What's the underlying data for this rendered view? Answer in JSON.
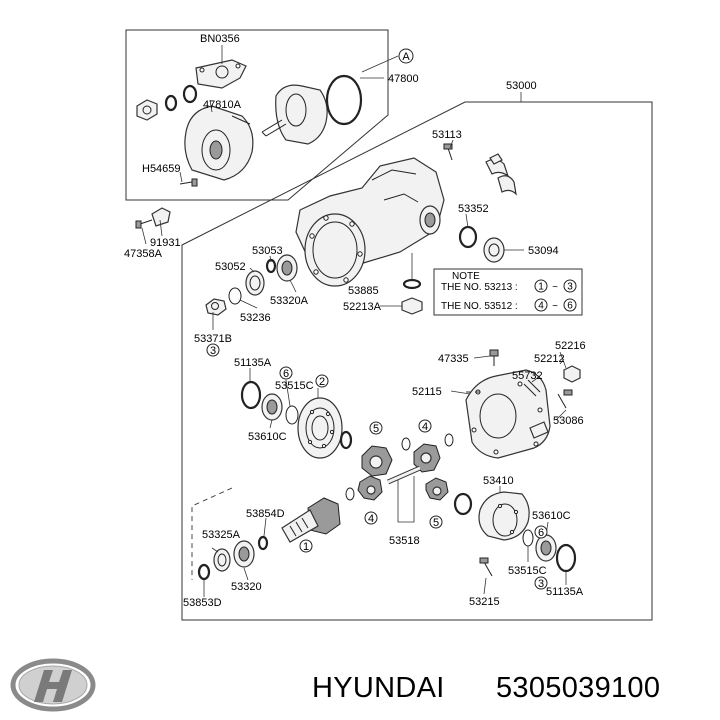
{
  "labels": {
    "BN0356": "BN0356",
    "A_circle": "A",
    "p47800": "47800",
    "p47810A": "47810A",
    "pH54659": "H54659",
    "p53000": "53000",
    "p53113": "53113",
    "p91931": "91931",
    "p47358A": "47358A",
    "p53352": "53352",
    "p53094": "53094",
    "p53053": "53053",
    "p53052": "53052",
    "p53320A": "53320A",
    "p53236": "53236",
    "p53885": "53885",
    "p52213A": "52213A",
    "p53371B": "53371B",
    "c3a": "3",
    "p51135A_top": "51135A",
    "c6a": "6",
    "p53515C_top": "53515C",
    "c2": "2",
    "p53610C_left": "53610C",
    "p47335": "47335",
    "p52212": "52212",
    "p52216": "52216",
    "p55732": "55732",
    "p52115": "52115",
    "p53086": "53086",
    "c5a": "5",
    "c4a": "4",
    "c4b": "4",
    "c5b": "5",
    "p53410": "53410",
    "p53854D": "53854D",
    "p53325A": "53325A",
    "c1": "1",
    "p53518": "53518",
    "p53610C_right": "53610C",
    "c6b": "6",
    "p53515C_bottom": "53515C",
    "c3b": "3",
    "p53320": "53320",
    "p53853D": "53853D",
    "p53215": "53215",
    "p51135A_bottom": "51135A"
  },
  "note": {
    "title": "NOTE",
    "line1_prefix": "THE NO.  53213  :",
    "line1_from": "1",
    "line1_tilde": "~",
    "line1_to": "3",
    "line2_prefix": "THE NO.  53512  :",
    "line2_from": "4",
    "line2_tilde": "~",
    "line2_to": "6"
  },
  "footer": {
    "brand": "HYUNDAI",
    "part_number": "5305039100"
  },
  "colors": {
    "line": "#333333",
    "part_fill": "#f2f2f2",
    "part_dark": "#9a9a9a"
  },
  "icons": {
    "logo": "hyundai-logo-icon"
  }
}
